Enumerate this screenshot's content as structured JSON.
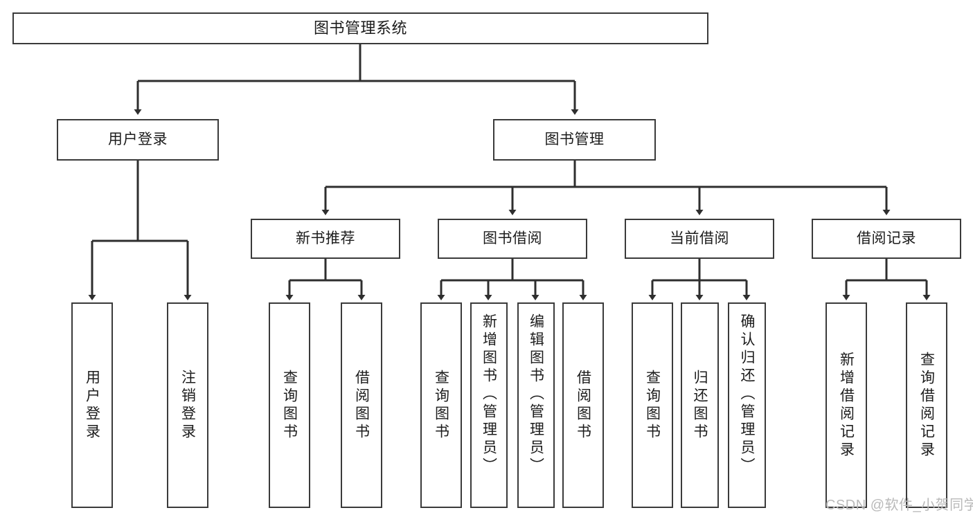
{
  "diagram": {
    "title": "图书管理系统",
    "type": "tree-hierarchy-diagram",
    "colors": {
      "stroke": "#3a3a3a",
      "fill": "#ffffff",
      "text": "#1c1c1c",
      "watermark": "#b9b9b9"
    },
    "root": {
      "label": "图书管理系统"
    },
    "level2": [
      {
        "label": "用户登录"
      },
      {
        "label": "图书管理"
      }
    ],
    "level3": [
      {
        "label": "新书推荐"
      },
      {
        "label": "图书借阅"
      },
      {
        "label": "当前借阅"
      },
      {
        "label": "借阅记录"
      }
    ],
    "leaves": {
      "user_login": [
        {
          "label": "用户登录"
        },
        {
          "label": "注销登录"
        }
      ],
      "new_book_recommend": [
        {
          "label": "查询图书"
        },
        {
          "label": "借阅图书"
        }
      ],
      "book_borrow": [
        {
          "label": "查询图书"
        },
        {
          "label": "新增图书（管理员）"
        },
        {
          "label": "编辑图书（管理员）"
        },
        {
          "label": "借阅图书"
        }
      ],
      "current_borrow": [
        {
          "label": "查询图书"
        },
        {
          "label": "归还图书"
        },
        {
          "label": "确认归还（管理员）"
        }
      ],
      "borrow_record": [
        {
          "label": "新增借阅记录"
        },
        {
          "label": "查询借阅记录"
        }
      ]
    }
  },
  "watermark": {
    "text": "CSDN @软件_小贺同学"
  }
}
